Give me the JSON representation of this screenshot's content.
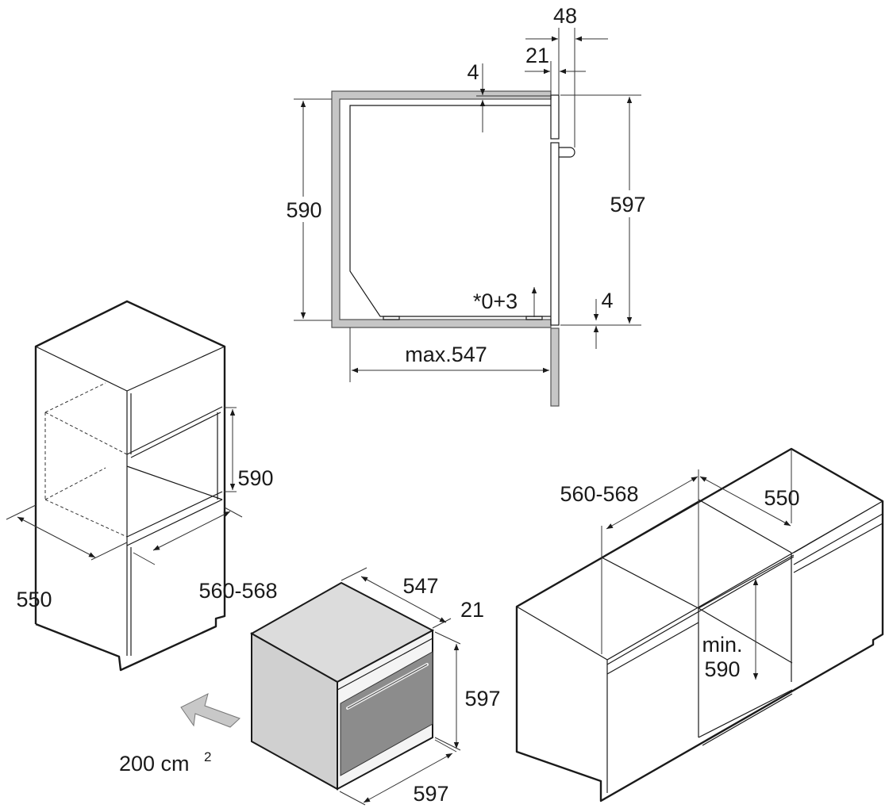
{
  "side_section": {
    "height_niche": "590",
    "height_appliance": "597",
    "front_48": "48",
    "front_21": "21",
    "gap_top": "4",
    "gap_bottom": "4",
    "tolerance": "*0+3",
    "depth_max": "max.547"
  },
  "tall_cabinet": {
    "niche_height": "590",
    "depth": "550",
    "width": "560-568",
    "ventilation": "200 cm",
    "ventilation_sup": "2"
  },
  "oven": {
    "depth": "547",
    "front": "21",
    "height": "597",
    "width": "597"
  },
  "base_cabinet": {
    "width": "560-568",
    "depth": "550",
    "min_label": "min.",
    "min_height": "590"
  },
  "colors": {
    "panel_gray": "#c6c6c6",
    "window_gray": "#8c8c8c",
    "arrow_gray": "#c8c8c8"
  }
}
